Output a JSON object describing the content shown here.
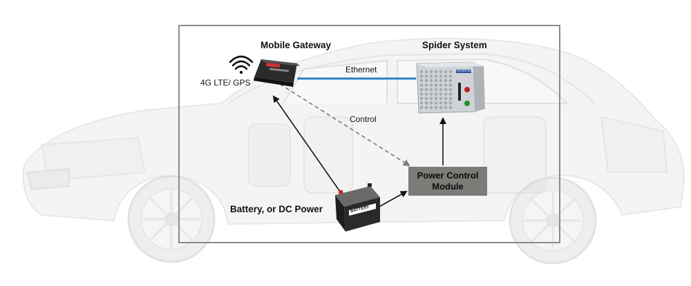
{
  "labels": {
    "mobile_gateway": "Mobile Gateway",
    "spider_system": "Spider System",
    "lte_gps": "4G LTE/ GPS",
    "ethernet": "Ethernet",
    "control": "Control",
    "battery_source": "Battery, or DC Power",
    "pcm_line1": "Power Control",
    "pcm_line2": "Module",
    "battery_device_text": "BATTERY",
    "spider_device_text": "SPIDER-80Xi"
  },
  "icons": {
    "wifi": "wifi-signal-icon",
    "gateway": "mobile-gateway-device-icon",
    "spider": "spider-daq-device-icon",
    "battery": "car-battery-icon",
    "car": "car-cutaway-illustration"
  },
  "colors": {
    "ethernet_line": "#2a7fc1",
    "frame": "#8a8a8a",
    "arrow": "#111111",
    "dashed_arrow": "#7a7a7a",
    "pcm_fill": "#7d7b78",
    "car_ghost": "#cfcfcf"
  }
}
